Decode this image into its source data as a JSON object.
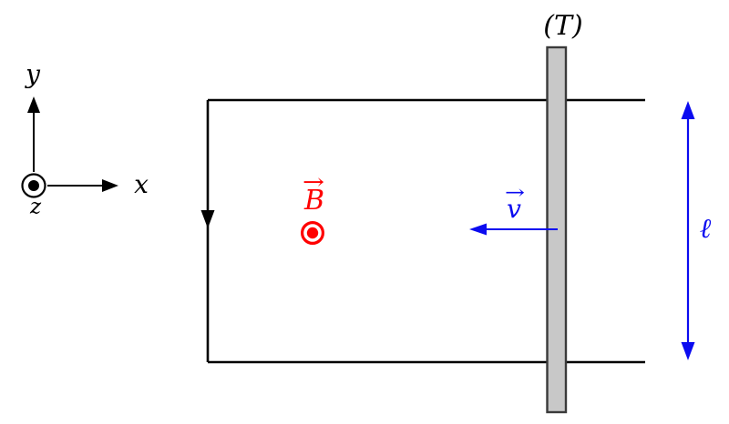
{
  "diagram": {
    "description": "Electromagnetic induction diagram: conducting rod (T) sliding left with velocity v on two horizontal rails, in magnetic field B pointing out of the page, rod length l",
    "axes": {
      "x_label": "x",
      "y_label": "y",
      "z_label": "z",
      "z_direction_icon": "circle-dot-out-of-page"
    },
    "labels": {
      "rod": "(T)",
      "field": "B",
      "velocity": "v",
      "length": "ℓ",
      "vector_arrow_glyph": "→"
    },
    "colors": {
      "black": "#000000",
      "red": "#ff0000",
      "blue": "#0b0bf0",
      "rod_fill": "#c8c8c8",
      "rod_border": "#3a3a3a",
      "background": "#ffffff"
    }
  }
}
